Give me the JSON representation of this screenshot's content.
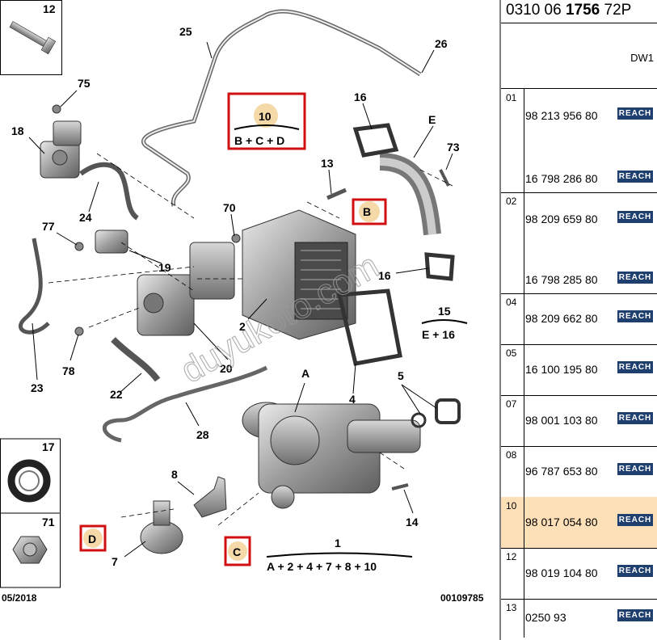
{
  "diagram": {
    "callouts": [
      {
        "id": "c12",
        "text": "12"
      },
      {
        "id": "c25",
        "text": "25"
      },
      {
        "id": "c26",
        "text": "26"
      },
      {
        "id": "c75",
        "text": "75"
      },
      {
        "id": "c18",
        "text": "18"
      },
      {
        "id": "c16a",
        "text": "16"
      },
      {
        "id": "cE",
        "text": "E"
      },
      {
        "id": "c73",
        "text": "73"
      },
      {
        "id": "c13",
        "text": "13"
      },
      {
        "id": "c24",
        "text": "24"
      },
      {
        "id": "c70",
        "text": "70"
      },
      {
        "id": "c77",
        "text": "77"
      },
      {
        "id": "c19",
        "text": "19"
      },
      {
        "id": "c16b",
        "text": "16"
      },
      {
        "id": "c2",
        "text": "2"
      },
      {
        "id": "c78",
        "text": "78"
      },
      {
        "id": "c20",
        "text": "20"
      },
      {
        "id": "c23",
        "text": "23"
      },
      {
        "id": "c22",
        "text": "22"
      },
      {
        "id": "c4",
        "text": "4"
      },
      {
        "id": "cA",
        "text": "A"
      },
      {
        "id": "c5",
        "text": "5"
      },
      {
        "id": "c28",
        "text": "28"
      },
      {
        "id": "c17",
        "text": "17"
      },
      {
        "id": "c71",
        "text": "71"
      },
      {
        "id": "c8",
        "text": "8"
      },
      {
        "id": "c14",
        "text": "14"
      },
      {
        "id": "c7",
        "text": "7"
      },
      {
        "id": "c1",
        "text": "1"
      }
    ],
    "kit10": {
      "number": "10",
      "formula": "B + C + D"
    },
    "kit15": {
      "number": "15",
      "formula": "E + 16"
    },
    "kit1": {
      "formula": "A + 2 + 4 + 7 + 8 + 10"
    },
    "box_b": "B",
    "box_c": "C",
    "box_d": "D",
    "date": "05/2018",
    "ref": "00109785",
    "watermark": "duyukoto.com"
  },
  "parts_list": {
    "header_number_a": "0310 06 ",
    "header_number_b": "1756",
    "header_number_c": " 72P",
    "header_code": "DW1",
    "badge": "REACH",
    "groups": [
      {
        "no": "01",
        "items": [
          "98 213 956 80",
          "16 798 286 80"
        ]
      },
      {
        "no": "02",
        "items": [
          "98 209 659 80",
          "16 798 285 80"
        ]
      },
      {
        "no": "04",
        "items": [
          "98 209 662 80"
        ]
      },
      {
        "no": "05",
        "items": [
          "16 100 195 80"
        ]
      },
      {
        "no": "07",
        "items": [
          "98 001 103 80"
        ]
      },
      {
        "no": "08",
        "items": [
          "96 787 653 80"
        ]
      },
      {
        "no": "10",
        "items": [
          "98 017 054 80"
        ],
        "selected": true
      },
      {
        "no": "12",
        "items": [
          "98 019 104 80"
        ]
      },
      {
        "no": "13",
        "items": [
          "0250 93"
        ]
      }
    ]
  }
}
